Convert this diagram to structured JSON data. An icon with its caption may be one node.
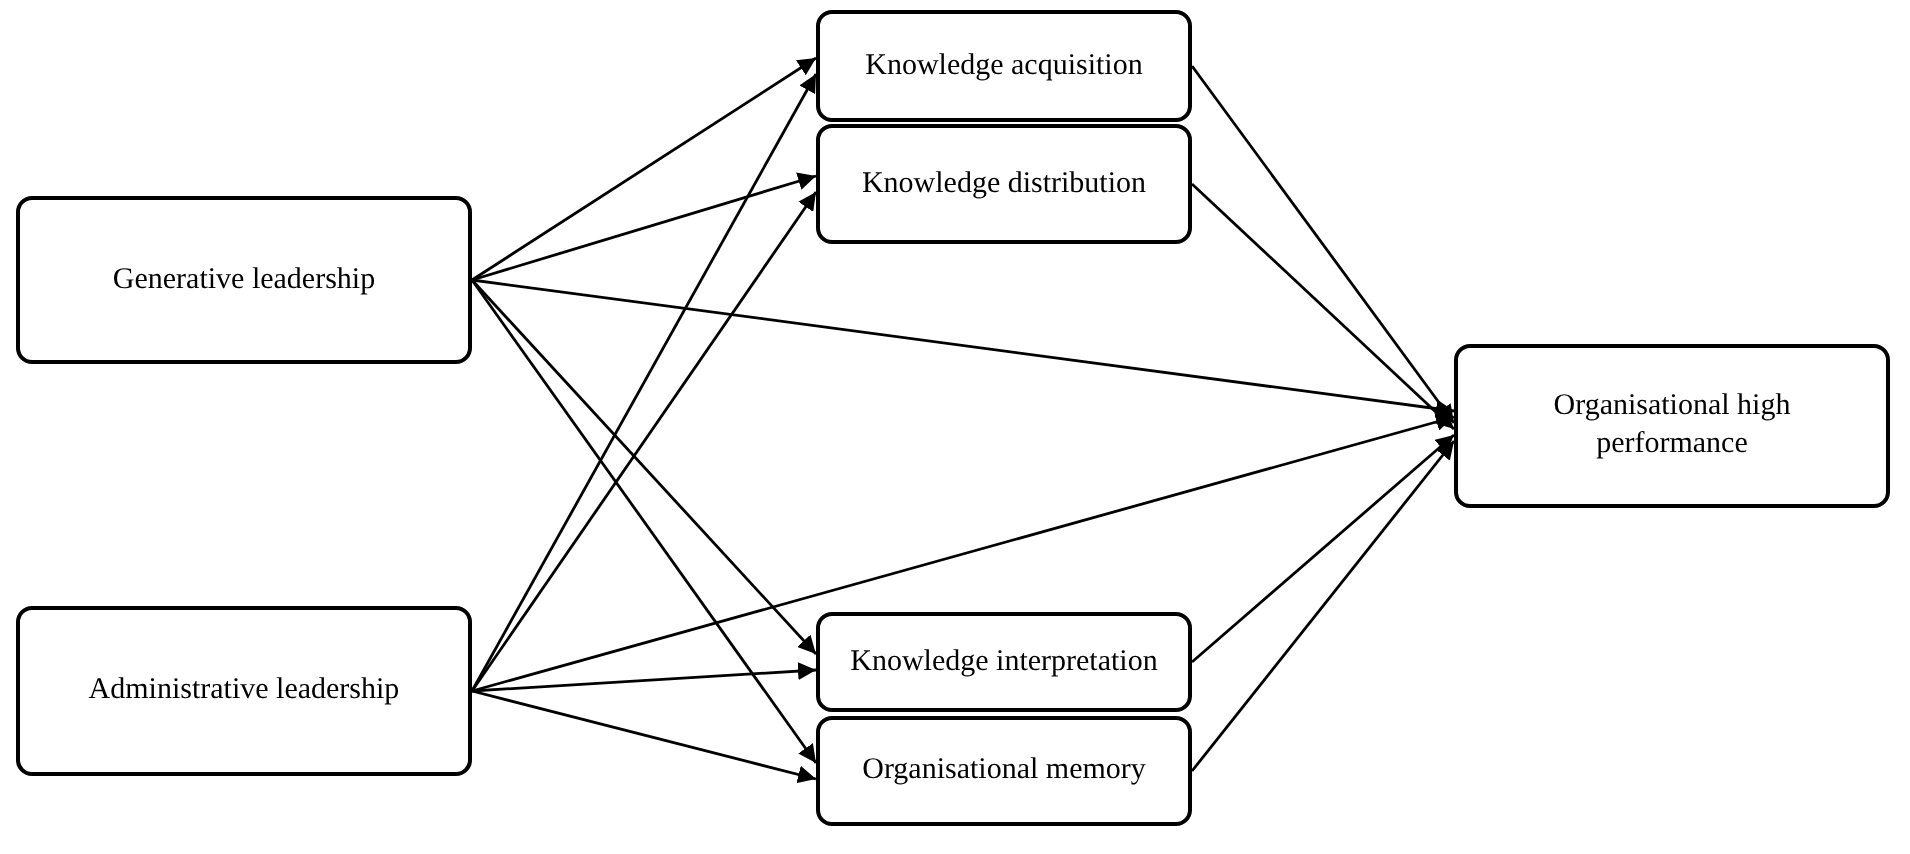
{
  "diagram": {
    "nodes": [
      {
        "text": [
          "Knowledge acquisition"
        ]
      },
      {
        "text": [
          "Knowledge distribution"
        ]
      },
      {
        "text": [
          "Generative leadership"
        ]
      },
      {
        "text": [
          "Organisational high performance"
        ]
      },
      {
        "text": [
          "Administrative leadership"
        ]
      },
      {
        "text": [
          "Knowledge interpretation"
        ]
      },
      {
        "text": [
          "Organisational memory"
        ]
      }
    ],
    "edges": [
      {
        "from": 2,
        "to": 0,
        "arrow": "to"
      },
      {
        "from": 2,
        "to": 1,
        "arrow": "to"
      },
      {
        "from": 2,
        "to": 3,
        "arrow": "to"
      },
      {
        "from": 2,
        "to": 5,
        "arrow": "to"
      },
      {
        "from": 2,
        "to": 6,
        "arrow": "to"
      },
      {
        "from": 4,
        "to": 0,
        "arrow": "to"
      },
      {
        "from": 4,
        "to": 1,
        "arrow": "to"
      },
      {
        "from": 4,
        "to": 3,
        "arrow": "to"
      },
      {
        "from": 4,
        "to": 5,
        "arrow": "to"
      },
      {
        "from": 4,
        "to": 6,
        "arrow": "to"
      },
      {
        "from": 0,
        "to": 3,
        "arrow": "to"
      },
      {
        "from": 1,
        "to": 3,
        "arrow": "to"
      },
      {
        "from": 5,
        "to": 3,
        "arrow": "to"
      },
      {
        "from": 6,
        "to": 3,
        "arrow": "to"
      }
    ]
  }
}
